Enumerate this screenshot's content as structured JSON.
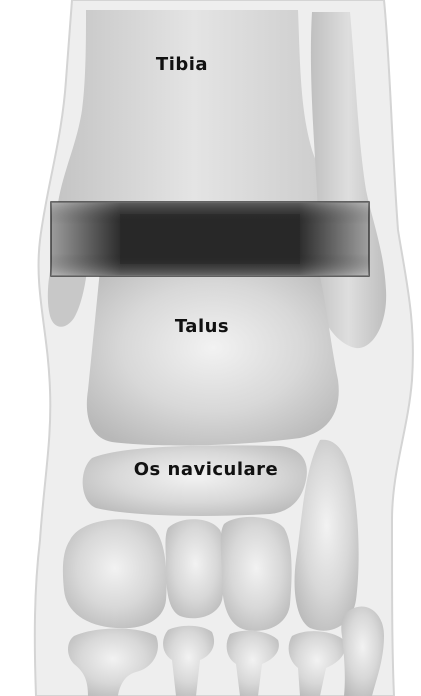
{
  "labels": {
    "tibia": "Tibia",
    "talus": "Talus",
    "navicular": "Os naviculare"
  },
  "colors": {
    "background": "#ffffff",
    "soft_tissue": "#eeeeee",
    "bone_light": "#e6e6e6",
    "bone_dark": "#bcbcbc",
    "implant_light": "#9a9a9a",
    "implant_dark": "#2a2a2a",
    "label": "#111111"
  }
}
